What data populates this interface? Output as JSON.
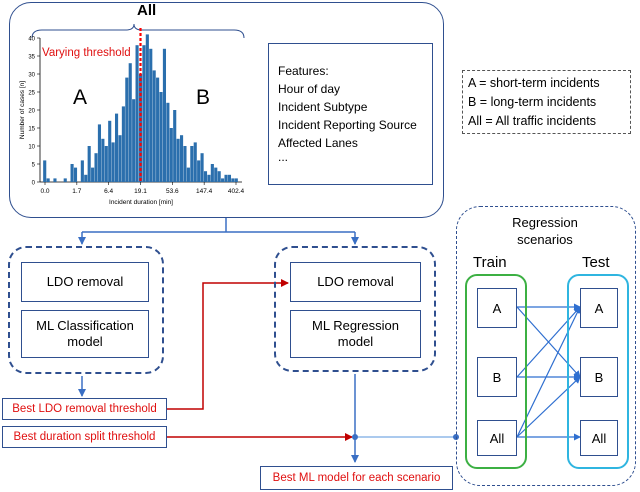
{
  "top": {
    "all_label": "All",
    "varying_threshold": "Varying threshold",
    "region_a": "A",
    "region_b": "B"
  },
  "features": {
    "title": "Features:",
    "items": [
      "Hour of day",
      "Incident Subtype",
      "Incident Reporting Source",
      "Affected Lanes",
      "..."
    ]
  },
  "legend": {
    "lines": [
      "A = short-term incidents",
      "B = long-term incidents",
      "All = All traffic incidents"
    ]
  },
  "classification": {
    "ldo": "LDO removal",
    "model": "ML Classification model"
  },
  "regression": {
    "ldo": "LDO removal",
    "model": "ML Regression model"
  },
  "outputs": {
    "best_ldo": "Best LDO removal threshold",
    "best_split": "Best duration split threshold",
    "best_model": "Best ML model for each scenario"
  },
  "scenarios": {
    "title": "Regression scenarios",
    "train": "Train",
    "test": "Test",
    "train_nodes": [
      "A",
      "B",
      "All"
    ],
    "test_nodes": [
      "A",
      "B",
      "All"
    ]
  },
  "chart_data": {
    "type": "bar",
    "xlabel": "Incident duration [min]",
    "ylabel": "Number of cases [n]",
    "ylim": [
      0,
      40
    ],
    "yticks": [
      0,
      5,
      10,
      15,
      20,
      25,
      30,
      35,
      40
    ],
    "xtick_labels": [
      "0.0",
      "1.7",
      "6.4",
      "19.1",
      "53.6",
      "147.4",
      "402.4"
    ],
    "values": [
      6,
      1,
      0,
      1,
      0,
      0,
      1,
      0,
      5,
      4,
      0,
      6,
      2,
      10,
      4,
      8,
      16,
      12,
      10,
      17,
      11,
      19,
      13,
      21,
      29,
      33,
      23,
      38,
      30,
      38,
      41,
      37,
      31,
      29,
      25,
      37,
      22,
      15,
      20,
      12,
      13,
      10,
      4,
      10,
      11,
      6,
      8,
      3,
      2,
      5,
      4,
      3,
      1,
      2,
      2,
      1,
      1
    ],
    "threshold_marker_index": 28.5,
    "bar_color": "#2b6fad",
    "threshold_color": "#ff0000"
  },
  "colors": {
    "box_border": "#2f4f8f",
    "arrow_blue": "#3a6fc4",
    "arrow_red": "#c00000",
    "train_green": "#3cb043",
    "test_cyan": "#2fb5e0"
  }
}
